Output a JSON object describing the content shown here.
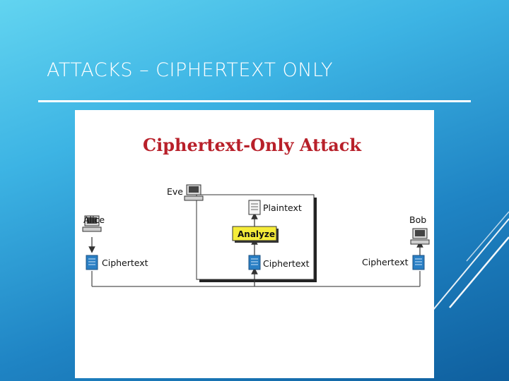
{
  "slide": {
    "title": "ATTACKS – CIPHERTEXT ONLY"
  },
  "figure": {
    "heading": "Ciphertext-Only Attack",
    "nodes": {
      "eve": "Eve",
      "alice": "Alice",
      "bob": "Bob"
    },
    "documents": {
      "plaintext": "Plaintext",
      "alice_ciphertext": "Ciphertext",
      "eve_ciphertext": "Ciphertext",
      "bob_ciphertext": "Ciphertext"
    },
    "process": {
      "analyze": "Analyze"
    },
    "colors": {
      "heading": "#b8202a",
      "analyze_fill": "#f5ec3a",
      "document_fill": "#2a7fc4",
      "line": "#555555"
    }
  }
}
